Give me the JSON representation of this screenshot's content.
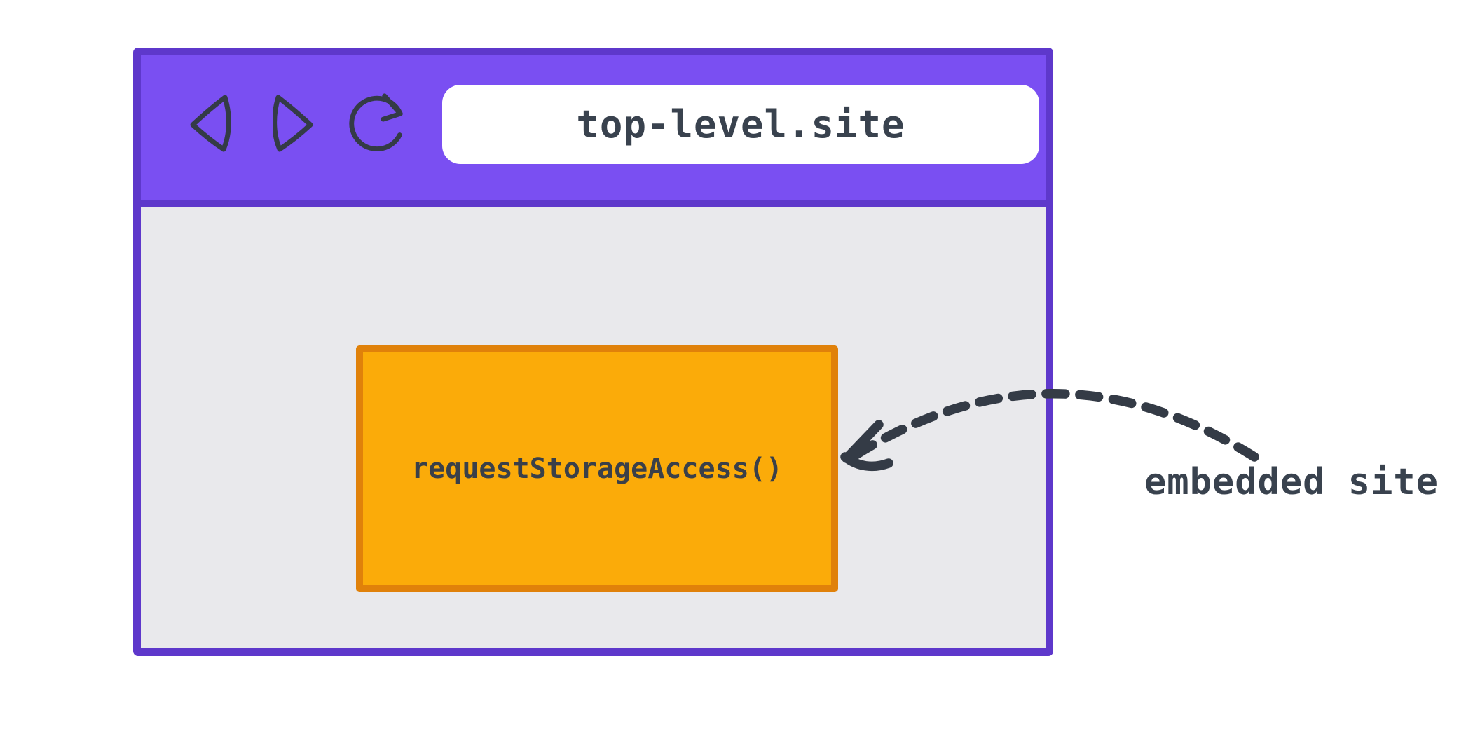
{
  "browser": {
    "url_text": "top-level.site",
    "toolbar": {
      "back_icon": "back-icon",
      "forward_icon": "forward-icon",
      "refresh_icon": "refresh-icon"
    }
  },
  "embedded_frame": {
    "code_label": "requestStorageAccess()"
  },
  "annotation": {
    "label": "embedded site",
    "arrow_icon": "curved-dashed-arrow-icon",
    "arrow_style": "dashed",
    "arrow_points_to": "embedded_frame"
  },
  "colors": {
    "toolbar_fill": "#7a4ff2",
    "frame_border": "#5e38cb",
    "content_bg": "#e9e9ec",
    "url_bar_bg": "#ffffff",
    "embed_fill": "#fbab09",
    "embed_border": "#e0810a",
    "ink": "#39424e",
    "canvas_bg": "#ffffff"
  }
}
